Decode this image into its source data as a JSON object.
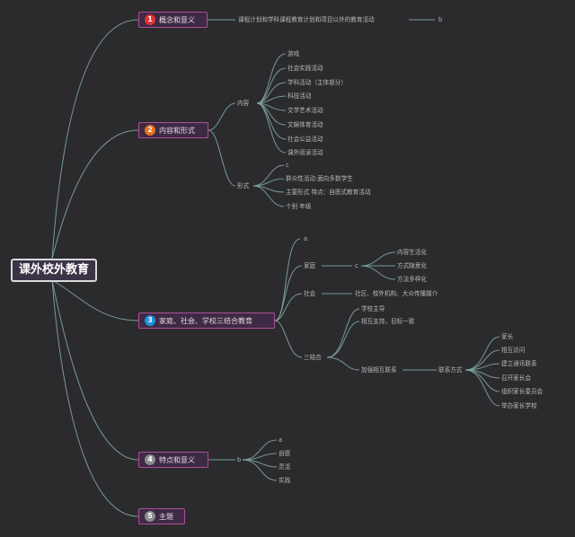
{
  "root": "课外校外教育",
  "topics": [
    {
      "num": "1",
      "label": "概念和意义",
      "color": "#e03333"
    },
    {
      "num": "2",
      "label": "内容和形式",
      "color": "#e8721c"
    },
    {
      "num": "3",
      "label": "家庭、社会、学校三结合教育",
      "color": "#1e90e0"
    },
    {
      "num": "4",
      "label": "特点和意义",
      "color": "#8c8c8c"
    },
    {
      "num": "5",
      "label": "主题",
      "color": "#8c8c8c"
    }
  ],
  "t1": {
    "definition": "课程计划和学科课程教育计划和项目以外的教育活动",
    "end": "b"
  },
  "t2": {
    "content": "内容",
    "content_items": [
      "游戏",
      "社会实践活动",
      "学科活动（主体部分）",
      "科技活动",
      "文学艺术活动",
      "文娱体育活动",
      "社会公益活动",
      "课外阅读活动"
    ],
    "form": "形式",
    "form_items": [
      "c",
      "群众性活动:面向多数学生",
      "主要形式 特点：自愿式教育活动",
      "个别 年级"
    ]
  },
  "t3": {
    "a": "a",
    "family": "家庭",
    "family_c": "c",
    "family_items": [
      "内容生活化",
      "方式随意化",
      "方法多样化"
    ],
    "society": "社会",
    "society_text": "社区、校外机构、大众传播媒介",
    "trio": "三结合",
    "trio_items": [
      "学校主导",
      "相互支持，目标一致"
    ],
    "contact": "加强相互联系",
    "methods": "联系方式",
    "method_items": [
      "家长",
      "相互访问",
      "建立通讯联系",
      "召开家长会",
      "组织家长委员会",
      "举办家长学校"
    ]
  },
  "t4": {
    "b": "b",
    "a": "a",
    "items": [
      "自愿",
      "灵活",
      "实践"
    ]
  }
}
